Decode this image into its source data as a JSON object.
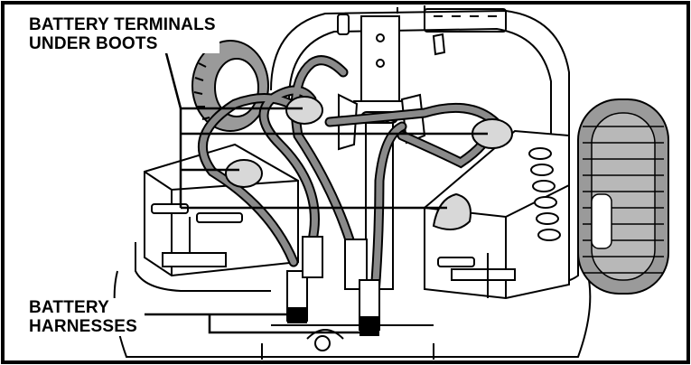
{
  "figure": {
    "callouts": [
      {
        "id": "terminals",
        "lines": [
          "BATTERY TERMINALS",
          "UNDER BOOTS"
        ]
      },
      {
        "id": "harnesses",
        "lines": [
          "BATTERY",
          "HARNESSES"
        ]
      }
    ]
  },
  "colors": {
    "line": "#000000",
    "cable": "#8a8a8a",
    "boot": "#d8d8d8",
    "tire": "#9a9a9a",
    "background": "#ffffff"
  },
  "icons": [
    "battery-left",
    "battery-right",
    "tire-left",
    "tire-right",
    "connector",
    "steering-column"
  ]
}
